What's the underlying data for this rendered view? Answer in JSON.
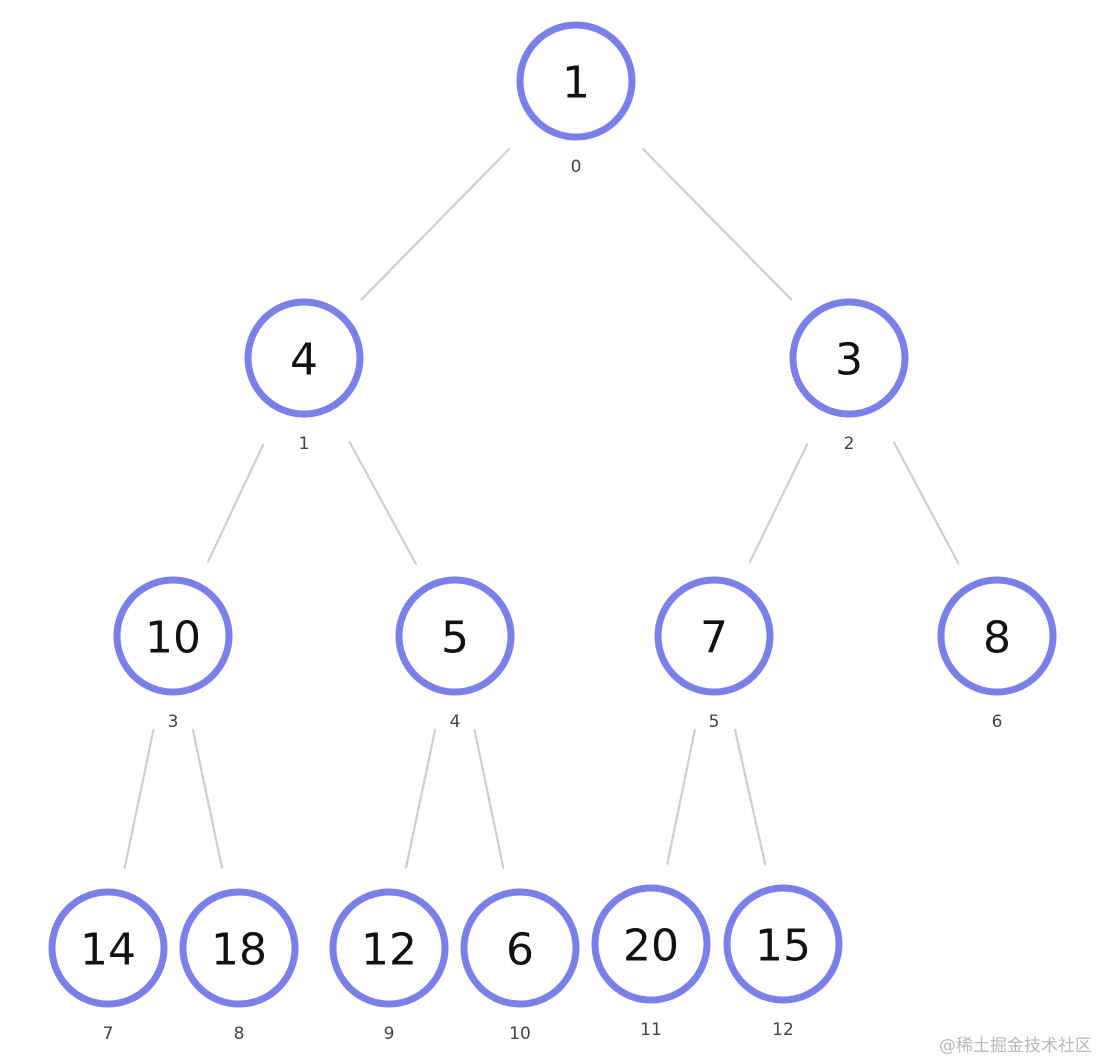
{
  "diagram": {
    "nodes": [
      {
        "index": "0",
        "value": "1"
      },
      {
        "index": "1",
        "value": "4"
      },
      {
        "index": "2",
        "value": "3"
      },
      {
        "index": "3",
        "value": "10"
      },
      {
        "index": "4",
        "value": "5"
      },
      {
        "index": "5",
        "value": "7"
      },
      {
        "index": "6",
        "value": "8"
      },
      {
        "index": "7",
        "value": "14"
      },
      {
        "index": "8",
        "value": "18"
      },
      {
        "index": "9",
        "value": "12"
      },
      {
        "index": "10",
        "value": "6"
      },
      {
        "index": "11",
        "value": "20"
      },
      {
        "index": "12",
        "value": "15"
      }
    ],
    "edges": [
      [
        "0",
        "1"
      ],
      [
        "0",
        "2"
      ],
      [
        "1",
        "3"
      ],
      [
        "1",
        "4"
      ],
      [
        "2",
        "5"
      ],
      [
        "2",
        "6"
      ],
      [
        "3",
        "7"
      ],
      [
        "3",
        "8"
      ],
      [
        "4",
        "9"
      ],
      [
        "4",
        "10"
      ],
      [
        "5",
        "11"
      ],
      [
        "5",
        "12"
      ]
    ],
    "colors": {
      "node_stroke": "#7b7fe8",
      "edge": "#cfcfcf",
      "value_text": "#111111",
      "index_text": "#444444"
    }
  },
  "watermark": "@稀土掘金技术社区"
}
